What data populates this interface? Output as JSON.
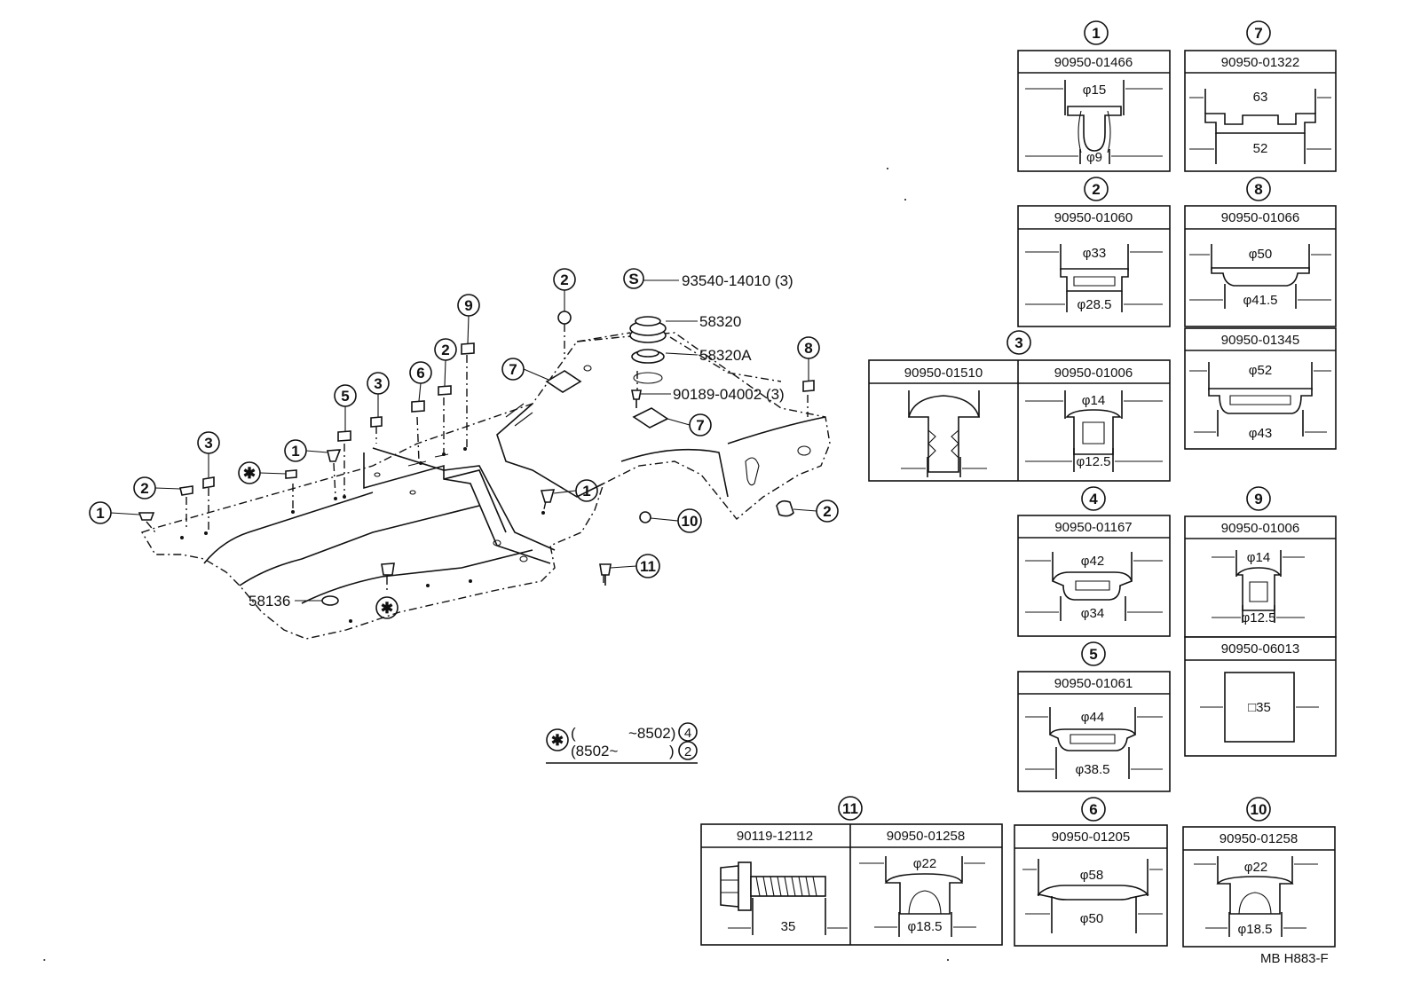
{
  "diagram": {
    "drawing_code": "MB H883-F",
    "callouts": {
      "c1": "1",
      "c2": "2",
      "c3": "3",
      "c4": "4",
      "c5": "5",
      "c6": "6",
      "c7": "7",
      "c8": "8",
      "c9": "9",
      "c10": "10",
      "c11": "11",
      "s": "S"
    },
    "labels": {
      "s_part": "93540-14010 (3)",
      "p58320": "58320",
      "p58320a": "58320A",
      "bolt": "90189-04002 (3)",
      "p58136": "58136"
    },
    "footnote": {
      "line1_left": "(",
      "line1_right": "~8502)",
      "line1_ref": "4",
      "line2_left": "(8502~",
      "line2_right": ")",
      "line2_ref": "2"
    }
  },
  "parts": {
    "p1": {
      "num": "1",
      "code": "90950-01466",
      "d1": "φ15",
      "d2": "φ9"
    },
    "p7": {
      "num": "7",
      "code": "90950-01322",
      "d1": "63",
      "d2": "52"
    },
    "p2": {
      "num": "2",
      "code": "90950-01060",
      "d1": "φ33",
      "d2": "φ28.5"
    },
    "p8": {
      "num": "8",
      "code": "90950-01066",
      "d1": "φ50",
      "d2": "φ41.5"
    },
    "p8b": {
      "code": "90950-01345",
      "d1": "φ52",
      "d2": "φ43"
    },
    "p3": {
      "num": "3",
      "codeA": "90950-01510",
      "codeB": "90950-01006",
      "d1": "φ14",
      "d2": "φ12.5"
    },
    "p4": {
      "num": "4",
      "code": "90950-01167",
      "d1": "φ42",
      "d2": "φ34"
    },
    "p9": {
      "num": "9",
      "code": "90950-01006",
      "d1": "φ14",
      "d2": "φ12.5"
    },
    "p9b": {
      "code": "90950-06013",
      "d1": "□35"
    },
    "p5": {
      "num": "5",
      "code": "90950-01061",
      "d1": "φ44",
      "d2": "φ38.5"
    },
    "p11": {
      "num": "11",
      "codeA": "90119-12112",
      "codeB": "90950-01258",
      "dA": "35",
      "d1": "φ22",
      "d2": "φ18.5"
    },
    "p6": {
      "num": "6",
      "code": "90950-01205",
      "d1": "φ58",
      "d2": "φ50"
    },
    "p10": {
      "num": "10",
      "code": "90950-01258",
      "d1": "φ22",
      "d2": "φ18.5"
    }
  }
}
